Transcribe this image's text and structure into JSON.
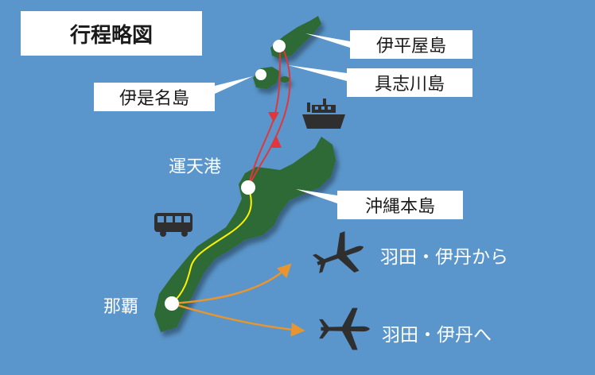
{
  "title": "行程略図",
  "labels": {
    "iheya": "伊平屋島",
    "gushikawa": "具志川島",
    "izena": "伊是名島",
    "unten_port": "運天港",
    "okinawa_main": "沖縄本島",
    "naha": "那覇",
    "from_airports": "羽田・伊丹から",
    "to_airports": "羽田・伊丹へ"
  },
  "icons": [
    "ship-icon",
    "bus-icon",
    "airplane-icon"
  ],
  "colors": {
    "sea": "#5a96cb",
    "land": "#2e6b36",
    "ferry_route": "#e0373d",
    "road_route": "#fff200",
    "flight_route": "#e8952f",
    "label_box": "#ffffff",
    "icon": "#2f2f2f"
  }
}
